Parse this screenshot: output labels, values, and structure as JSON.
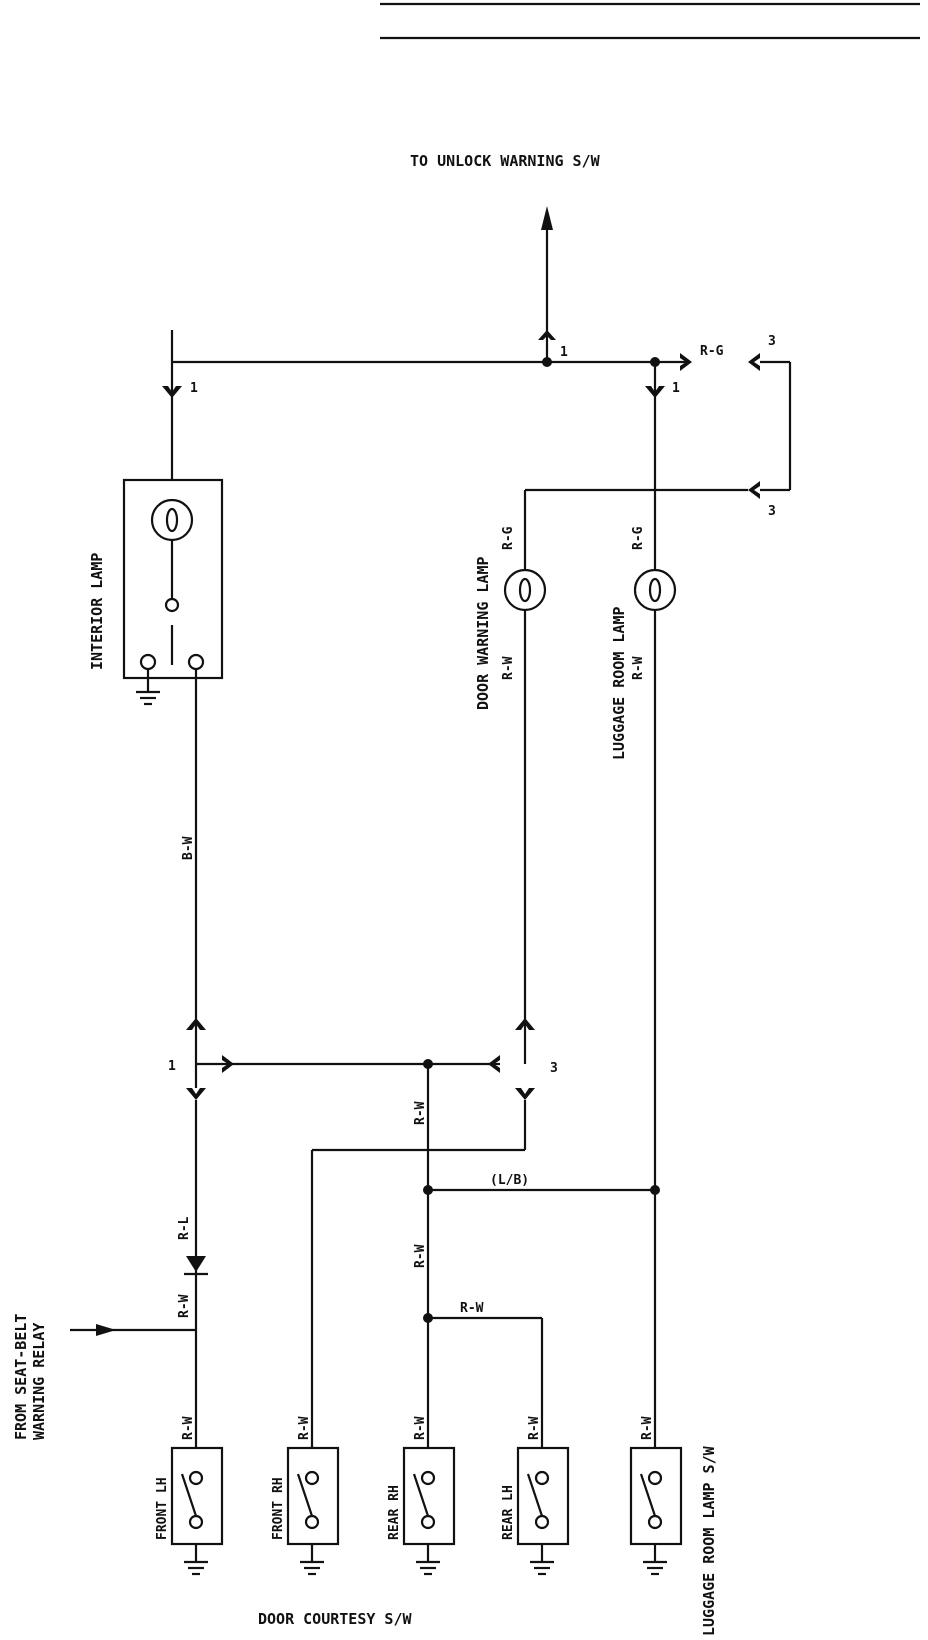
{
  "texts": {
    "to_unlock": "TO UNLOCK WARNING S/W",
    "interior_lamp": "INTERIOR LAMP",
    "door_warning_lamp": "DOOR WARNING LAMP",
    "luggage_room_lamp": "LUGGAGE ROOM LAMP",
    "from_seatbelt_1": "FROM SEAT-BELT",
    "from_seatbelt_2": "WARNING RELAY",
    "door_courtesy": "DOOR COURTESY S/W",
    "luggage_room_lamp_sw": "LUGGAGE ROOM LAMP S/W",
    "front_lh": "FRONT LH",
    "front_rh": "FRONT RH",
    "rear_rh": "REAR RH",
    "rear_lh": "REAR LH"
  },
  "wires": {
    "rg": "R-G",
    "rw": "R-W",
    "bw": "B-W",
    "rl": "R-L",
    "lb": "(L/B)"
  },
  "pins": {
    "one": "1",
    "three": "3"
  }
}
